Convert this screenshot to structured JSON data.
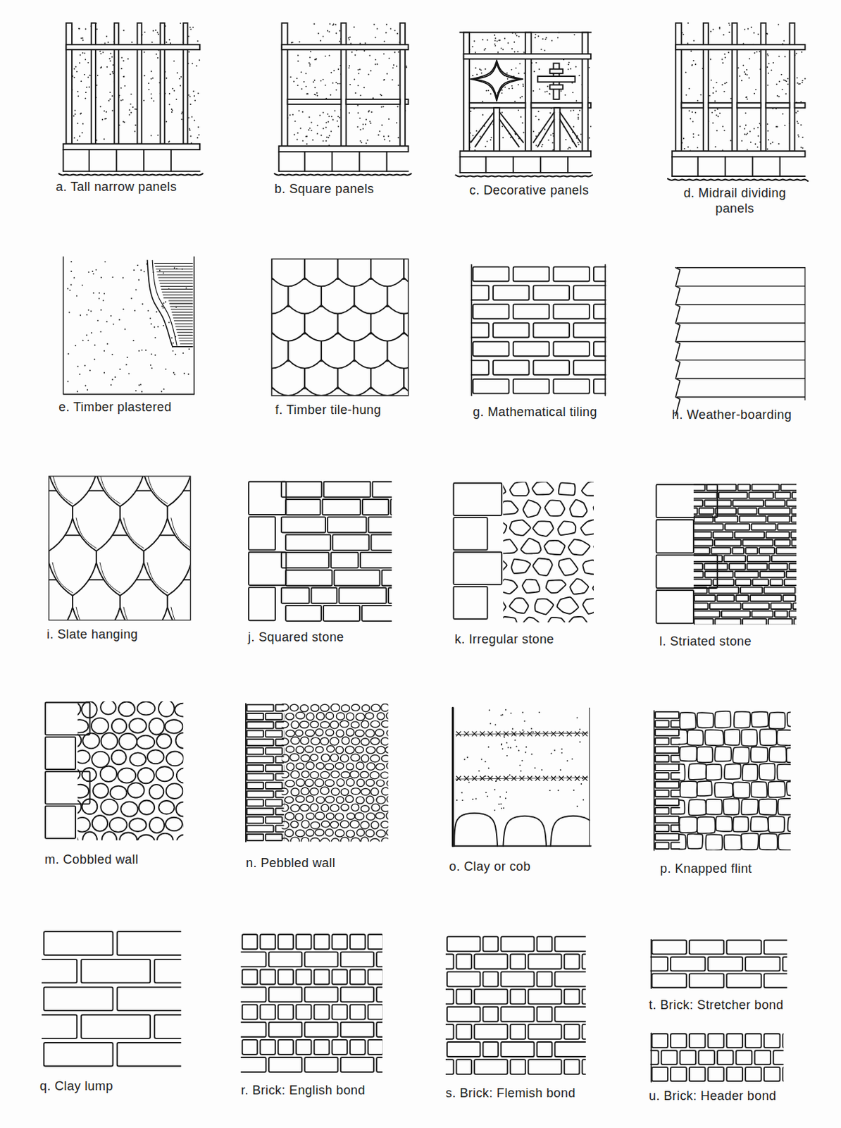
{
  "diagram": {
    "labels": [
      "a. Tall narrow panels",
      "b. Square panels",
      "c. Decorative panels",
      "d. Midrail dividing panels",
      "e. Timber plastered",
      "f. Timber tile-hung",
      "g. Mathematical tiling",
      "h. Weather-boarding",
      "i. Slate hanging",
      "j. Squared stone",
      "k. Irregular stone",
      "l. Striated stone",
      "m. Cobbled wall",
      "n. Pebbled wall",
      "o. Clay or cob",
      "p. Knapped flint",
      "q. Clay lump",
      "r. Brick: English bond",
      "s. Brick: Flemish bond",
      "t. Brick: Stretcher bond",
      "u. Brick: Header bond"
    ]
  }
}
